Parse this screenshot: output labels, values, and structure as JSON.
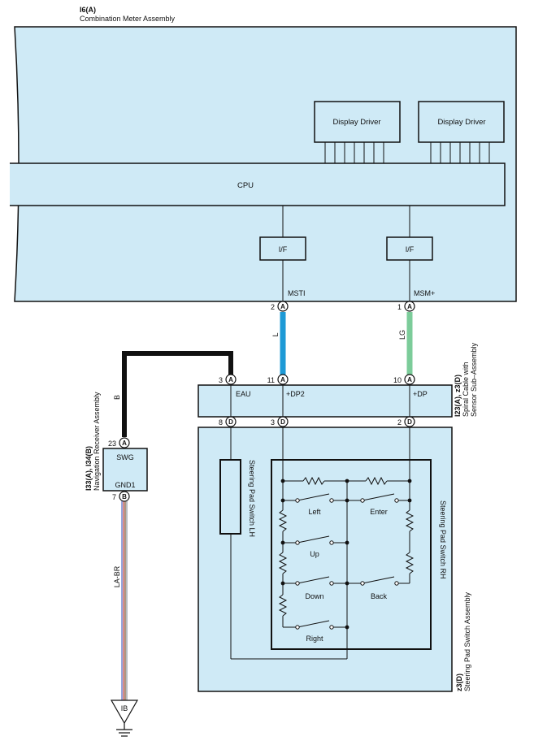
{
  "meter": {
    "code": "I6(A)",
    "name": "Combination Meter Assembly",
    "display_driver_1": "Display Driver",
    "display_driver_2": "Display Driver",
    "cpu": "CPU",
    "if_1": "I/F",
    "if_2": "I/F",
    "terminal_msti": "MSTI",
    "terminal_msm": "MSM+",
    "pin_msti": "2",
    "pin_msm": "1",
    "conn_letter": "A"
  },
  "wires": {
    "blue": "L",
    "green": "LG",
    "black": "B",
    "ground": "LA-BR"
  },
  "spiral": {
    "code": "I23(A), z3(D)",
    "name_line1": "Spiral Cable with",
    "name_line2": "Sensor Sub–Assembly",
    "term_eau": "EAU",
    "term_dp2": "+DP2",
    "term_dp": "+DP",
    "pin_top_eau": "3",
    "pin_top_dp2": "11",
    "pin_top_dp": "10",
    "pin_bot_eau": "8",
    "pin_bot_dp2": "3",
    "pin_bot_dp": "2",
    "letter_a": "A",
    "letter_d": "D"
  },
  "nav": {
    "code": "I33(A), I34(B)",
    "name": "Navigation Receiver Assembly",
    "term_swg": "SWG",
    "term_gnd": "GND1",
    "pin_swg": "23",
    "pin_gnd": "7",
    "letter_a": "A",
    "letter_b": "B"
  },
  "steering": {
    "code": "z3(D)",
    "name": "Steering Pad Switch Assembly",
    "lh": "Steering Pad Switch LH",
    "rh": "Steering Pad Switch RH",
    "sw_left": "Left",
    "sw_enter": "Enter",
    "sw_up": "Up",
    "sw_down": "Down",
    "sw_back": "Back",
    "sw_right": "Right"
  },
  "ground": {
    "label": "IB"
  },
  "colors": {
    "box_fill": "#cfeaf6",
    "wire_blue": "#1e9ad6",
    "wire_green": "#7ccc9a",
    "wire_black": "#111111"
  }
}
